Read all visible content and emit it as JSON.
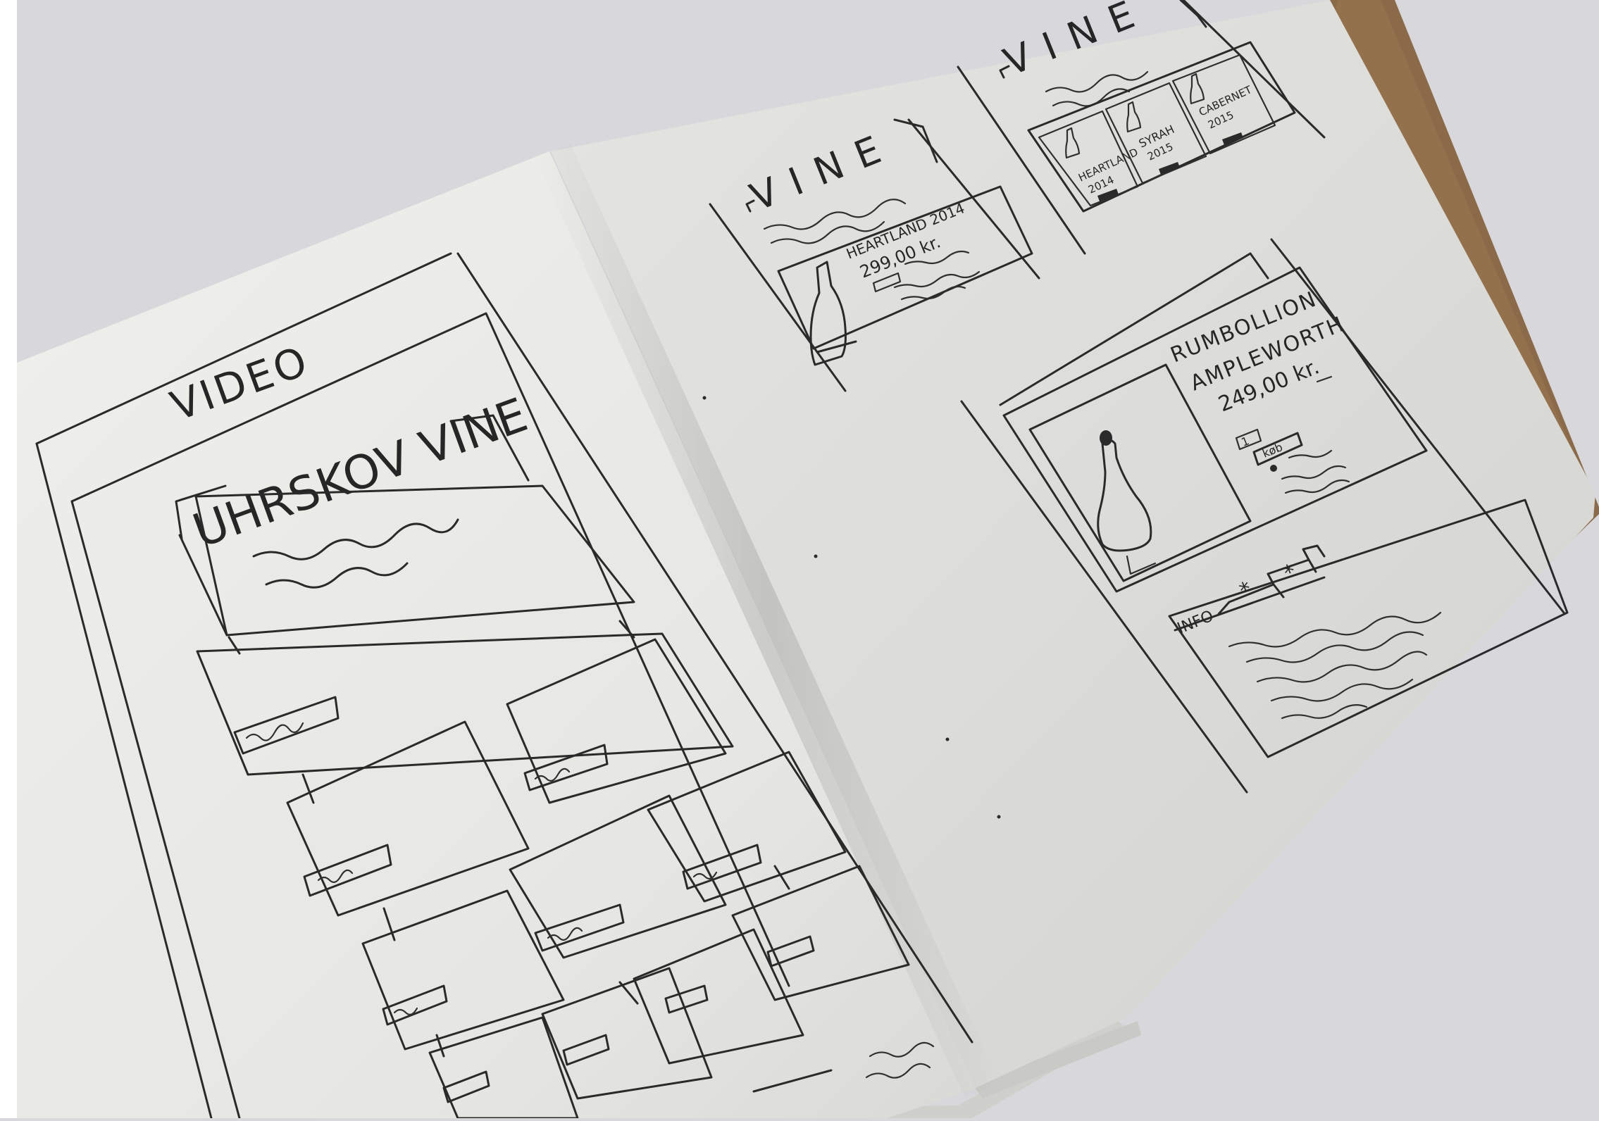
{
  "photo": {
    "left_page": {
      "video_label": "VIDEO",
      "brand_title": "UHRSKOV VINE"
    },
    "right_page": {
      "frame1": {
        "title": "VINE",
        "product_name": "HEARTLAND 2014",
        "price": "299,00 kr."
      },
      "frame2": {
        "title": "VINE",
        "wines": [
          {
            "name": "HEARTLAND",
            "year": "2014"
          },
          {
            "name": "SYRAH",
            "year": "2015"
          },
          {
            "name": "CABERNET",
            "year": "2015"
          }
        ]
      },
      "frame3": {
        "product_line1": "RUMBOLLION",
        "product_line2": "AMPLEWORTH",
        "price": "249,00 kr.",
        "quantity": "1",
        "buy_label": "køb",
        "tab_info": "INFO",
        "tab_star": "*"
      }
    }
  }
}
